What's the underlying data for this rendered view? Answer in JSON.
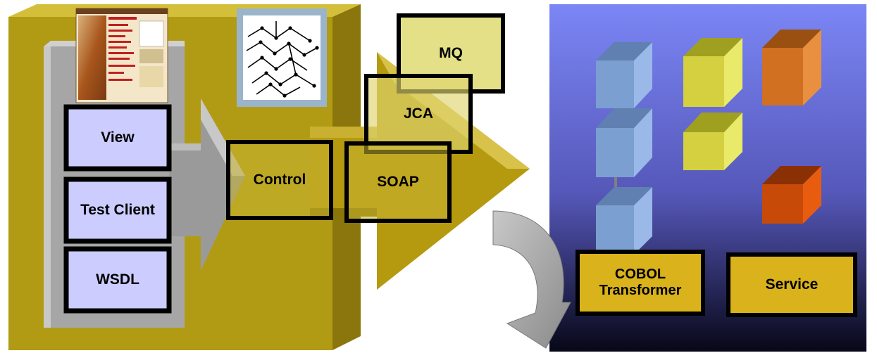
{
  "client_side": {
    "view_label": "View",
    "test_client_label": "Test Client",
    "wsdl_label": "WSDL"
  },
  "middleware": {
    "control_label": "Control",
    "soap_label": "SOAP",
    "jca_label": "JCA",
    "mq_label": "MQ"
  },
  "server_side": {
    "cobol_transformer_label": "COBOL\nTransformer",
    "service_label": "Service"
  },
  "colors": {
    "olive_panel": "#b29b14",
    "lavender_box": "#ccccff",
    "server_gradient_top": "#7b86f5",
    "server_gradient_bottom": "#070718",
    "label_box_gold": "#d9b21c",
    "cube_blue": "#7a9fd0",
    "cube_yellow": "#d4d040",
    "cube_orange": "#d07020",
    "cube_red": "#c84a08"
  }
}
